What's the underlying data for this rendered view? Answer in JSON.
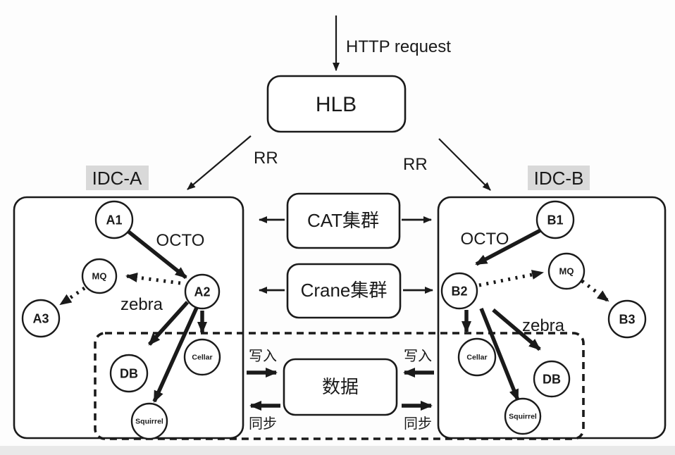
{
  "colors": {
    "ink": "#1a1a1a",
    "label-bg": "#d9d9d9",
    "footer-bg": "#e9e9e9",
    "bg": "#fdfdfd"
  },
  "flow": {
    "http_request": "HTTP request",
    "hlb": "HLB",
    "rr_left": "RR",
    "rr_right": "RR"
  },
  "middle": {
    "cat": "CAT集群",
    "crane": "Crane集群",
    "data": "数据"
  },
  "sync": {
    "write_left": "写入",
    "sync_left": "同步",
    "write_right": "写入",
    "sync_right": "同步"
  },
  "idc_a": {
    "title": "IDC-A",
    "octo": "OCTO",
    "zebra": "zebra",
    "nodes": {
      "a1": "A1",
      "a2": "A2",
      "a3": "A3",
      "mq": "MQ",
      "db": "DB",
      "cellar": "Cellar",
      "squirrel": "Squirrel"
    }
  },
  "idc_b": {
    "title": "IDC-B",
    "octo": "OCTO",
    "zebra": "zebra",
    "nodes": {
      "b1": "B1",
      "b2": "B2",
      "b3": "B3",
      "mq": "MQ",
      "db": "DB",
      "cellar": "Cellar",
      "squirrel": "Squirrel"
    }
  }
}
